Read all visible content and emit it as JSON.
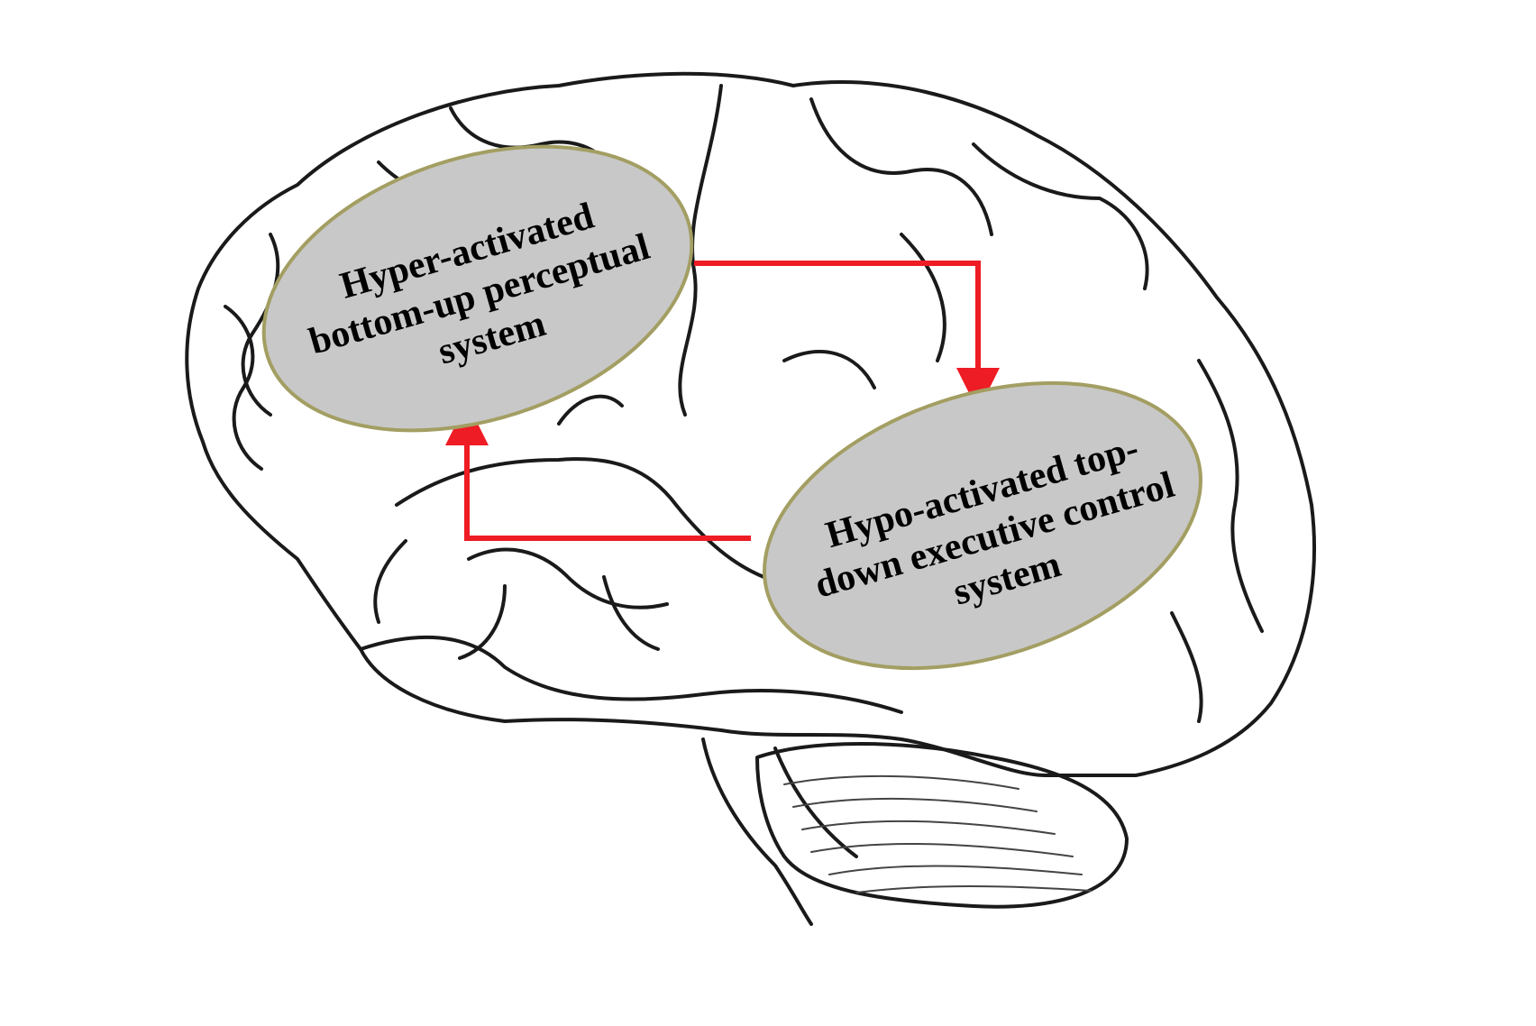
{
  "colors": {
    "background": "#ffffff",
    "outline": "#1a1a1a",
    "ellipse_fill": "#c8c8c8",
    "ellipse_border": "#a39e62",
    "arrow": "#ee1c24"
  },
  "illustration": {
    "icon": "brain-lateral-line-drawing"
  },
  "nodes": {
    "bottom_up": {
      "lines": [
        "Hyper-activated",
        "bottom-up perceptual",
        "system"
      ]
    },
    "top_down": {
      "lines": [
        "Hypo-activated top-",
        "down executive control",
        "system"
      ]
    }
  },
  "edges": [
    {
      "from": "bottom_up",
      "to": "top_down"
    },
    {
      "from": "top_down",
      "to": "bottom_up"
    }
  ]
}
